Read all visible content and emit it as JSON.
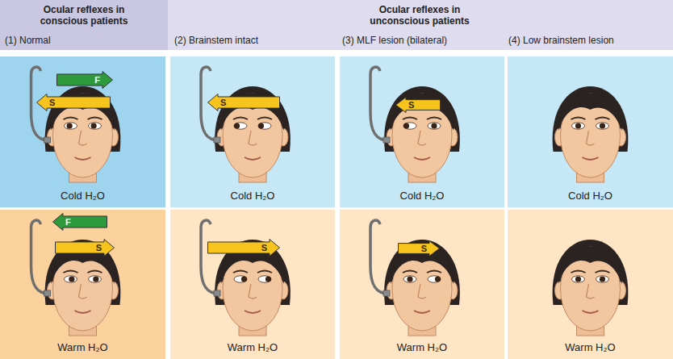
{
  "diagram": {
    "nodes": [
      {
        "text": [
          "Ocular reflexes in conscious patients",
          "(1) Normal"
        ]
      },
      {
        "text": [
          "Ocular reflexes in unconscious patients",
          "(2) Brainstem intact",
          "(3) MLF lesion (bilateral)",
          "(4) Low brainstem lesion"
        ]
      },
      {
        "text": [
          "Cold H₂O"
        ]
      },
      {
        "text": [
          "F"
        ],
        "in": 2
      },
      {
        "text": [
          "S"
        ],
        "in": 2
      },
      {
        "text": [
          "Cold H₂O"
        ]
      },
      {
        "text": [
          "S"
        ],
        "in": 5
      },
      {
        "text": [
          "Cold H₂O"
        ]
      },
      {
        "text": [
          "S"
        ],
        "in": 7
      },
      {
        "text": [
          "Cold H₂O"
        ]
      },
      {
        "text": [
          "Warm H₂O"
        ]
      },
      {
        "text": [
          "F"
        ],
        "in": 10
      },
      {
        "text": [
          "S"
        ],
        "in": 10
      },
      {
        "text": [
          "Warm H₂O"
        ]
      },
      {
        "text": [
          "S"
        ],
        "in": 13
      },
      {
        "text": [
          "Warm H₂O"
        ]
      },
      {
        "text": [
          "S"
        ],
        "in": 15
      },
      {
        "text": [
          "Warm H₂O"
        ]
      }
    ]
  }
}
